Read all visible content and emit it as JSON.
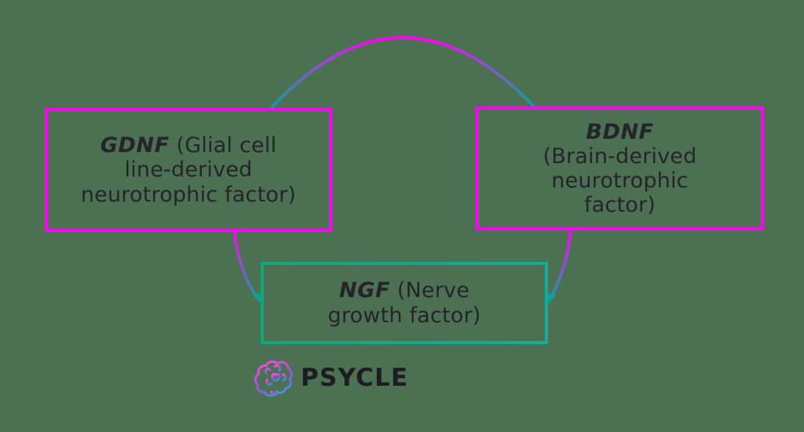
{
  "colors": {
    "bg": "#4b7152",
    "magenta": "#f806f2",
    "teal-green": "#0fa878",
    "teal-blue": "#14ab9e",
    "arc-teal": "#149e96",
    "purple": "#8a52cc",
    "text": "#26242a",
    "logo-text": "#1e1c20",
    "brain-pink": "#ef4fd0",
    "brain-purple": "#9355d8",
    "brain-blue": "#2f9fd6"
  },
  "nodes": {
    "gdnf": {
      "acronym": "GDNF",
      "rest": " (Glial cell\nline-derived\nneurotrophic factor)"
    },
    "bdnf": {
      "acronym": "BDNF",
      "rest": "\n(Brain-derived\nneurotrophic\nfactor)"
    },
    "ngf": {
      "acronym": "NGF",
      "rest": " (Nerve\ngrowth factor)"
    }
  },
  "logo": {
    "brand": "PSYCLE"
  }
}
